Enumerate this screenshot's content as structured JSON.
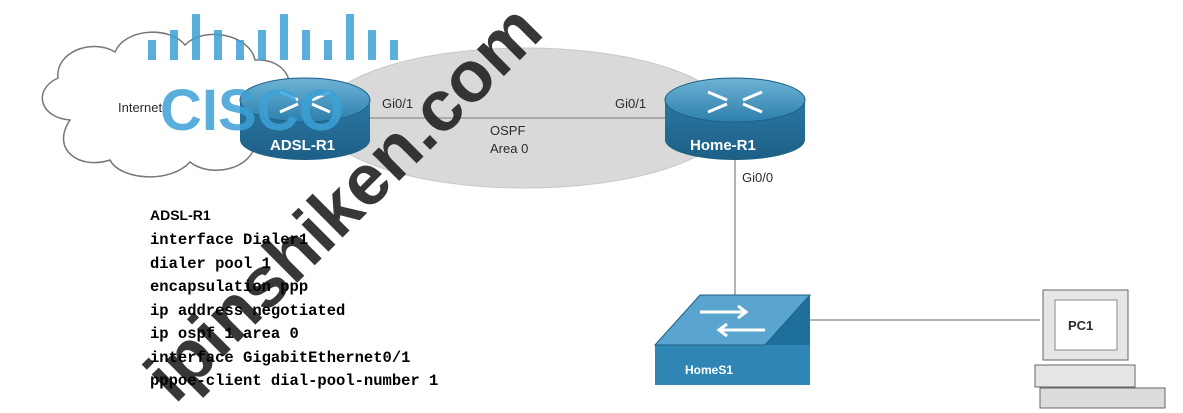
{
  "diagram": {
    "cloud_label": "Internet",
    "ospf_label": "OSPF",
    "ospf_area": "Area 0",
    "adsl_router": {
      "name": "ADSL-R1",
      "port": "Gi0/1"
    },
    "home_router": {
      "name": "Home-R1",
      "port_left": "Gi0/1",
      "port_down": "Gi0/0"
    },
    "switch": {
      "name": "HomeS1"
    },
    "pc": {
      "name": "PC1"
    }
  },
  "config": {
    "title": "ADSL-R1",
    "lines": [
      "interface Dialer1",
      "dialer pool 1",
      "encapsulation ppp",
      "ip address negotiated",
      "ip ospf 1 area 0",
      "interface GigabitEthernet0/1",
      "pppoe-client dial-pool-number 1"
    ]
  },
  "watermark": {
    "logo_text": "CISCO",
    "text": "ipinshiken.com"
  },
  "colors": {
    "router": "#2f86b4",
    "ellipse": "#d9d9d9",
    "watermark_blue": "#3da1d6"
  }
}
